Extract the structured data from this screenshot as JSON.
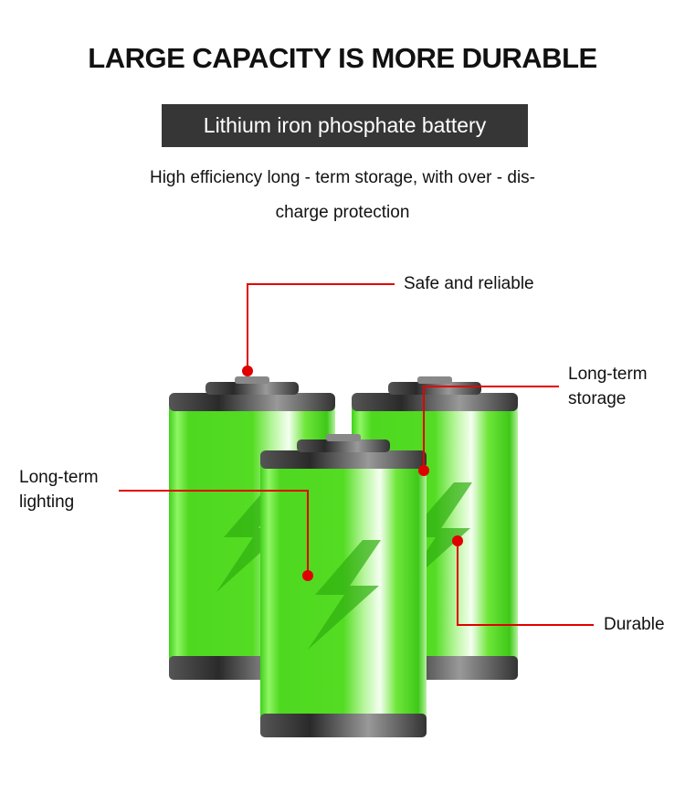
{
  "title": "LARGE CAPACITY IS MORE DURABLE",
  "badge": "Lithium iron phosphate battery",
  "subtitle": {
    "line1": "High efficiency long - term storage, with over - dis-",
    "line2": "charge protection"
  },
  "callouts": {
    "safe": "Safe and reliable",
    "storage1": "Long-term",
    "storage2": "storage",
    "lighting1": "Long-term",
    "lighting2": "lighting",
    "durable": "Durable"
  },
  "colors": {
    "accent": "#e00000",
    "battery_green": "#5ee82a",
    "badge_bg": "#363636"
  }
}
